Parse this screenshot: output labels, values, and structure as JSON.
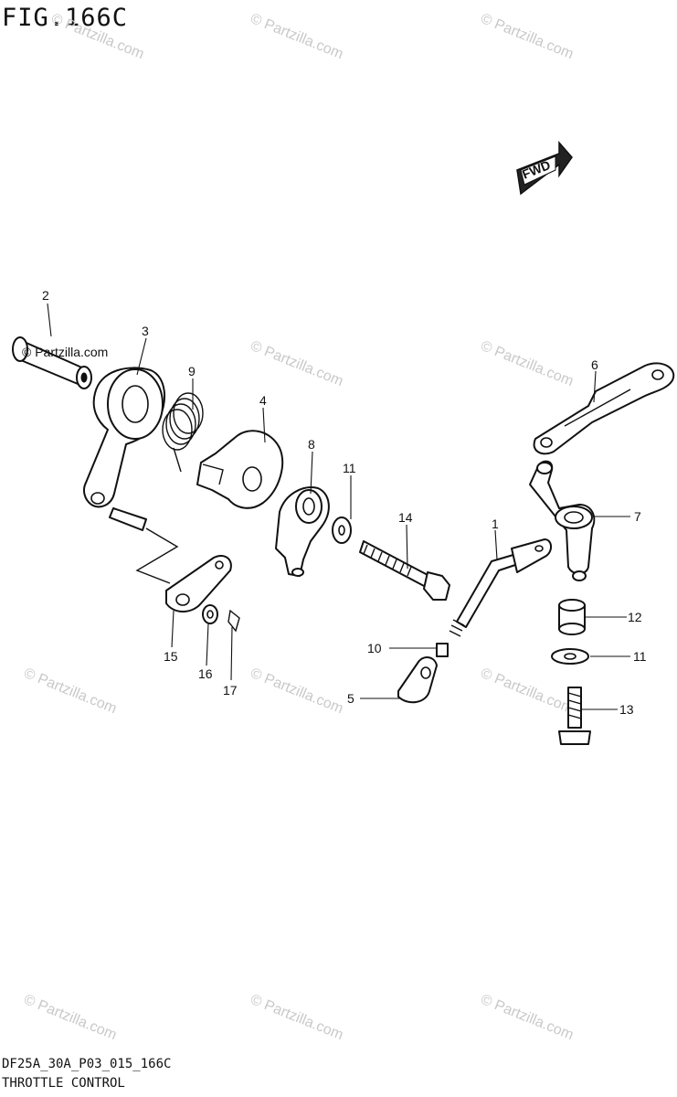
{
  "figure_title": "FIG.166C",
  "footer": {
    "code": "DF25A_30A_P03_015_166C",
    "title": "THROTTLE CONTROL"
  },
  "fwd_label": "FWD",
  "watermark": "© Partzilla.com",
  "callouts": [
    "1",
    "2",
    "3",
    "4",
    "5",
    "6",
    "7",
    "8",
    "9",
    "10",
    "11",
    "11",
    "12",
    "13",
    "14",
    "15",
    "16",
    "17"
  ],
  "parts": [
    {
      "number": "1",
      "icon": "throttle-rod-icon"
    },
    {
      "number": "2",
      "icon": "collar-icon"
    },
    {
      "number": "3",
      "icon": "throttle-lever-icon"
    },
    {
      "number": "4",
      "icon": "cam-plate-icon"
    },
    {
      "number": "5",
      "icon": "rod-end-icon"
    },
    {
      "number": "6",
      "icon": "link-arm-icon"
    },
    {
      "number": "7",
      "icon": "pivot-lever-icon"
    },
    {
      "number": "8",
      "icon": "bracket-lever-icon"
    },
    {
      "number": "9",
      "icon": "spring-icon"
    },
    {
      "number": "10",
      "icon": "nut-icon"
    },
    {
      "number": "11",
      "icon": "washer-icon"
    },
    {
      "number": "12",
      "icon": "bushing-icon"
    },
    {
      "number": "13",
      "icon": "bolt-icon"
    },
    {
      "number": "14",
      "icon": "bolt-icon"
    },
    {
      "number": "15",
      "icon": "arm-icon"
    },
    {
      "number": "16",
      "icon": "washer-icon"
    },
    {
      "number": "17",
      "icon": "clip-icon"
    }
  ]
}
